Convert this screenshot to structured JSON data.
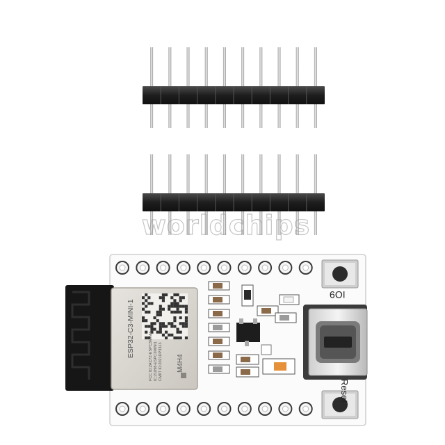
{
  "watermark": "worldchips",
  "board": {
    "module_label": "ESP32-C3-MINI-1",
    "module_small_text": [
      "FCC ID:2AC7Z-ESPC3MINI1",
      "IC:21098-ESPC3MINI1",
      "CMIIT ID:2021DP3313"
    ],
    "module_code": "M4H4",
    "button_labels": [
      "IO9",
      "Reset"
    ]
  },
  "header_pins": {
    "count_per_strip": 10,
    "strips": 2
  },
  "colors": {
    "pcb": "#fafafa",
    "header_plastic": "#2a2a2a",
    "pin_metal": "#c9c9c9",
    "module_shield": "#d9d5cf",
    "antenna": "#1b1b1b"
  }
}
